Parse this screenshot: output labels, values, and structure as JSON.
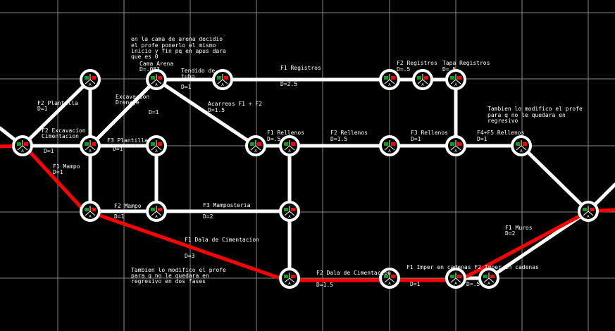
{
  "colors": {
    "background": "#000000",
    "edge": "#ffffff",
    "critical": "#ff0000",
    "grid": "#8a8a8a",
    "node_start": "#1a9a1a",
    "node_end": "#ff0000"
  },
  "node_label": "A",
  "labels": {
    "note_top": [
      "en la cama de arena decidio",
      "el profe ponerlo el mismo",
      "inicio y fin pq en apus dara",
      "que es 0"
    ],
    "cama_arena": [
      "Cama Arena",
      "D=.083"
    ],
    "tendido": [
      "Tendido de",
      "tubo",
      "D=1"
    ],
    "f1_registros": [
      "F1 Registros",
      "D=2.5"
    ],
    "f2_registros": [
      "F2 Registros",
      "D=.5"
    ],
    "tapa_registros": [
      "Tapa Registros",
      "D=.5"
    ],
    "f2_plantilla": [
      "F2 Plantilla",
      "D=1"
    ],
    "excav_drenaje": [
      "Excavacion",
      "Drenaje",
      "D=1"
    ],
    "acarreos": [
      "Acarreos F1 + F2",
      "D=1.5"
    ],
    "f2_excav": [
      "F2  Excavacion",
      "Cimentacion",
      "D=1"
    ],
    "f3_plantilla": [
      "F3  Plantilla",
      "D=1"
    ],
    "f1_rellenos": [
      "F1 Rellenos",
      "D=.5"
    ],
    "f2_rellenos": [
      "F2 Rellenos",
      "D=1.5"
    ],
    "f3_rellenos": [
      "F3 Rellenos",
      "D=1"
    ],
    "f45_rellenos": [
      "F4+F5 Rellenos",
      "D=1"
    ],
    "note_right": [
      "Tambien lo modifico el profe",
      "para q no le quedara en",
      "regresivo"
    ],
    "f1_mampo": [
      "F1 Mampo",
      "D=1"
    ],
    "f2_mampo": [
      "F2 Mampo",
      "D=1"
    ],
    "f3_mamposteria": [
      "F3 Mamposteria",
      "D=2"
    ],
    "f1_dala": [
      "F1 Dala de Cimentacion",
      "D=3"
    ],
    "note_bottom": [
      "Tambien lo modifico el profe",
      "para q no le quedara en",
      "regresivo en dos fases"
    ],
    "f2_dala": [
      "F2 Dala de Cimentacion",
      "D=1.5"
    ],
    "f1_imper": [
      "F1 Imper en cadenas F2 Imper en cadenas",
      "D=1",
      "D=.5"
    ],
    "f1_muros": [
      "F1 Muros",
      "D=2"
    ]
  }
}
